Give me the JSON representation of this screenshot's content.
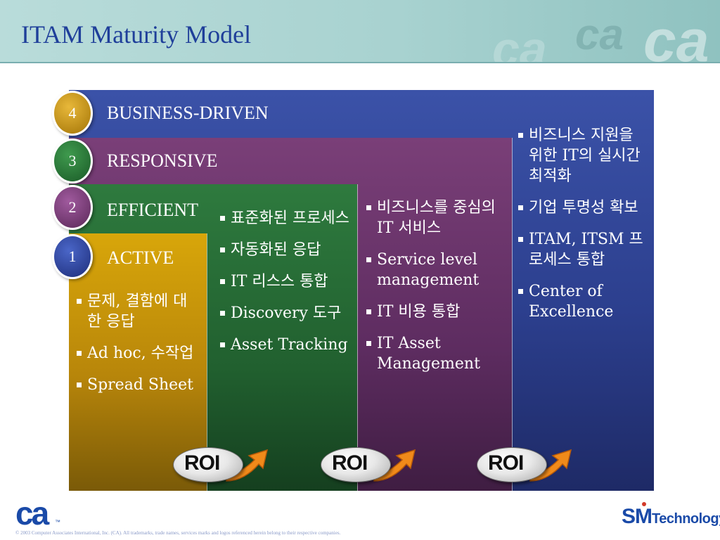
{
  "title": "ITAM Maturity Model",
  "header_watermark": [
    "ca",
    "ca",
    "ca"
  ],
  "levels": [
    {
      "number": "1",
      "label": "ACTIVE",
      "color": "#c8960a",
      "bullets": [
        "문제, 결함에 대한 응답",
        "Ad hoc, 수작업",
        "Spread Sheet"
      ]
    },
    {
      "number": "2",
      "label": "EFFICIENT",
      "color": "#27703a",
      "bullets": [
        "표준화된 프로세스",
        "자동화된 응답",
        "IT 리스스 통합",
        "Discovery 도구",
        "Asset Tracking"
      ]
    },
    {
      "number": "3",
      "label": "RESPONSIVE",
      "color": "#6a3468",
      "bullets": [
        "비즈니스를 중심의  IT 서비스",
        "Service level management",
        "IT 비용 통합",
        "IT Asset Management"
      ]
    },
    {
      "number": "4",
      "label": "BUSINESS-DRIVEN",
      "color": "#33479c",
      "bullets": [
        "비즈니스 지원을 위한 IT의 실시간 최적화",
        "기업 투명성 확보",
        "ITAM, ITSM 프로세스 통합",
        "Center of Excellence"
      ]
    }
  ],
  "roi_label": "ROI",
  "footer": {
    "ca_logo": "ca",
    "ca_tm": "™",
    "copyright": "© 2003 Computer Associates International, Inc. (CA). All trademarks, trade names, services marks and logos referenced herein belong to their respective companies.",
    "smt_big": "SM",
    "smt_small": "Technology"
  },
  "colors": {
    "title": "#1f3f9a",
    "header_bg": "#a8d2d0",
    "arrow": "#f08a1a",
    "logo": "#1a4aa8"
  }
}
